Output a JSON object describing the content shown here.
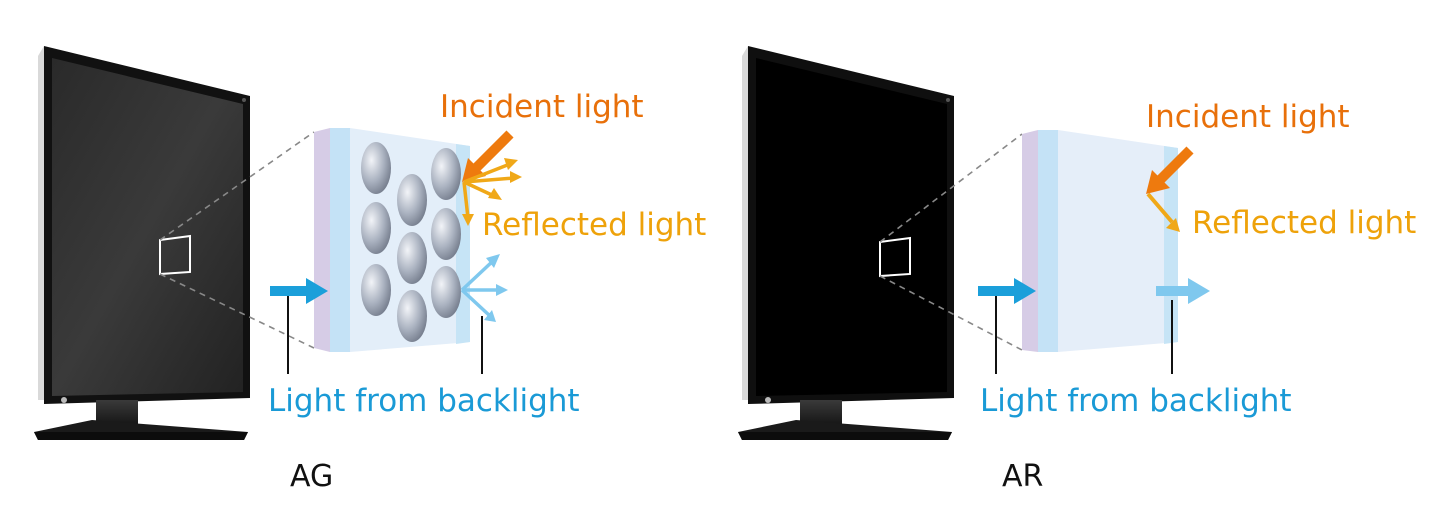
{
  "colors": {
    "incident": "#ee7a0e",
    "reflected": "#f0a818",
    "backlight": "#1b9fda",
    "backlight_light": "#7fc8ee",
    "panel_face": "#dbeaf8",
    "panel_edge_purple": "#cfc4e4",
    "panel_edge_blue": "#b8dcf4",
    "monitor": "#1a1a1a"
  },
  "panels": [
    {
      "caption": "AG",
      "incident_label": "Incident light",
      "reflected_label": "Reflected light",
      "backlight_label": "Light from backlight",
      "icons": [
        "monitor-icon",
        "glass-layer-icon",
        "micro-lens-icon",
        "arrow-icon"
      ]
    },
    {
      "caption": "AR",
      "incident_label": "Incident light",
      "reflected_label": "Reflected light",
      "backlight_label": "Light from backlight",
      "icons": [
        "monitor-icon",
        "glass-layer-icon",
        "arrow-icon"
      ]
    }
  ]
}
